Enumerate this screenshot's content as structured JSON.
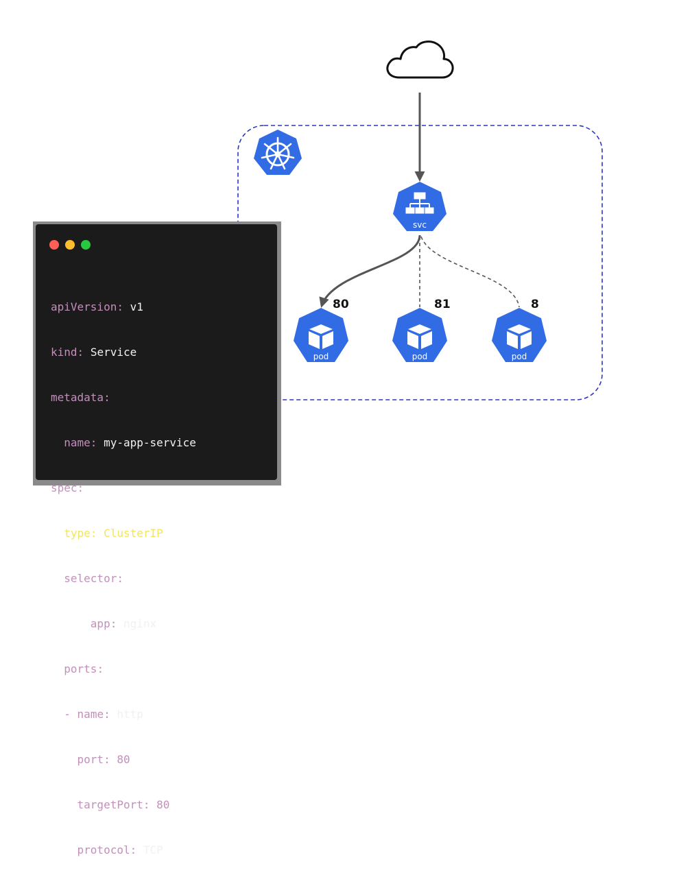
{
  "colors": {
    "k8s_blue": "#326ce5",
    "cluster_border": "#2a35c9",
    "arrow": "#555555",
    "terminal_bg": "#1b1b1b",
    "yaml_key": "#c38fbb",
    "yaml_value": "#f1f1f1",
    "yaml_highlight": "#f2e65b",
    "dot_red": "#ff5f57",
    "dot_yellow": "#febc2e",
    "dot_green": "#28c840"
  },
  "icons": {
    "internet": "cloud-icon",
    "cluster": "kubernetes-helm-icon",
    "service": "service-icon",
    "pod": "pod-cube-icon"
  },
  "service": {
    "label": "svc"
  },
  "pods": [
    {
      "label": "pod",
      "port": "80"
    },
    {
      "label": "pod",
      "port": "81"
    },
    {
      "label": "pod",
      "port": "8"
    }
  ],
  "yaml": {
    "api_key": "apiVersion",
    "api_val": "v1",
    "kind_key": "kind",
    "kind_val": "Service",
    "metadata_key": "metadata",
    "name_key": "name",
    "name_val": "my-app-service",
    "spec_key": "spec",
    "type_key": "type",
    "type_val": "ClusterIP",
    "selector_key": "selector",
    "app_key": "app",
    "app_val": "nginx",
    "ports_key": "ports",
    "dash": "-",
    "port_name_key": "name",
    "port_name_val": "http",
    "port_key": "port",
    "port_val": "80",
    "target_key": "targetPort",
    "target_val": "80",
    "protocol_key": "protocol",
    "protocol_val": "TCP",
    "sep": ":"
  }
}
